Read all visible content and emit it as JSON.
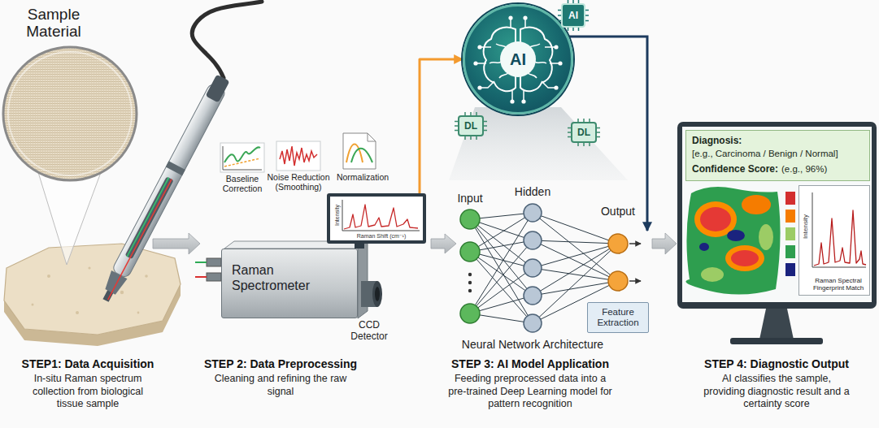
{
  "diagram": {
    "nodes": [
      {
        "text": [
          "Raman Spectrometer"
        ]
      },
      {
        "text": [
          "Intensity",
          "Raman Shift (cm⁻¹)"
        ]
      },
      {
        "text": [
          "AI"
        ]
      },
      {
        "text": [
          "AI"
        ]
      },
      {
        "text": [
          "DL"
        ]
      },
      {
        "text": [
          "DL"
        ]
      },
      {
        "text": [
          "Feature Extraction"
        ]
      },
      {
        "text": [
          "Diagnosis:",
          "[e.g., Carcinoma / Benign / Normal]",
          "Confidence Score:",
          "(e.g., 96%)"
        ]
      },
      {
        "text": [
          "Intensity",
          "Raman Spectral Fingerprint Match"
        ]
      }
    ],
    "edges": [
      {
        "from": 1,
        "to": 2,
        "arrow": "to"
      }
    ],
    "labels": [
      "Sample Material",
      "Baseline Correction",
      "Noise Reduction (Smoothing)",
      "Normalization",
      "CCD Detector",
      "Input",
      "Hidden",
      "Output",
      "Neural Network Architecture",
      "STEP1: Data Acquisition",
      "In-situ Raman spectrum collection from biological tissue sample",
      "STEP 2: Data Preprocessing",
      "Cleaning and refining the raw signal",
      "STEP 3: AI Model Application",
      "Feeding preprocessed data into a pre-trained Deep Learning model for pattern recognition",
      "STEP 4: Diagnostic Output",
      "AI classifies the sample, providing diagnostic result and a certainty score"
    ]
  }
}
